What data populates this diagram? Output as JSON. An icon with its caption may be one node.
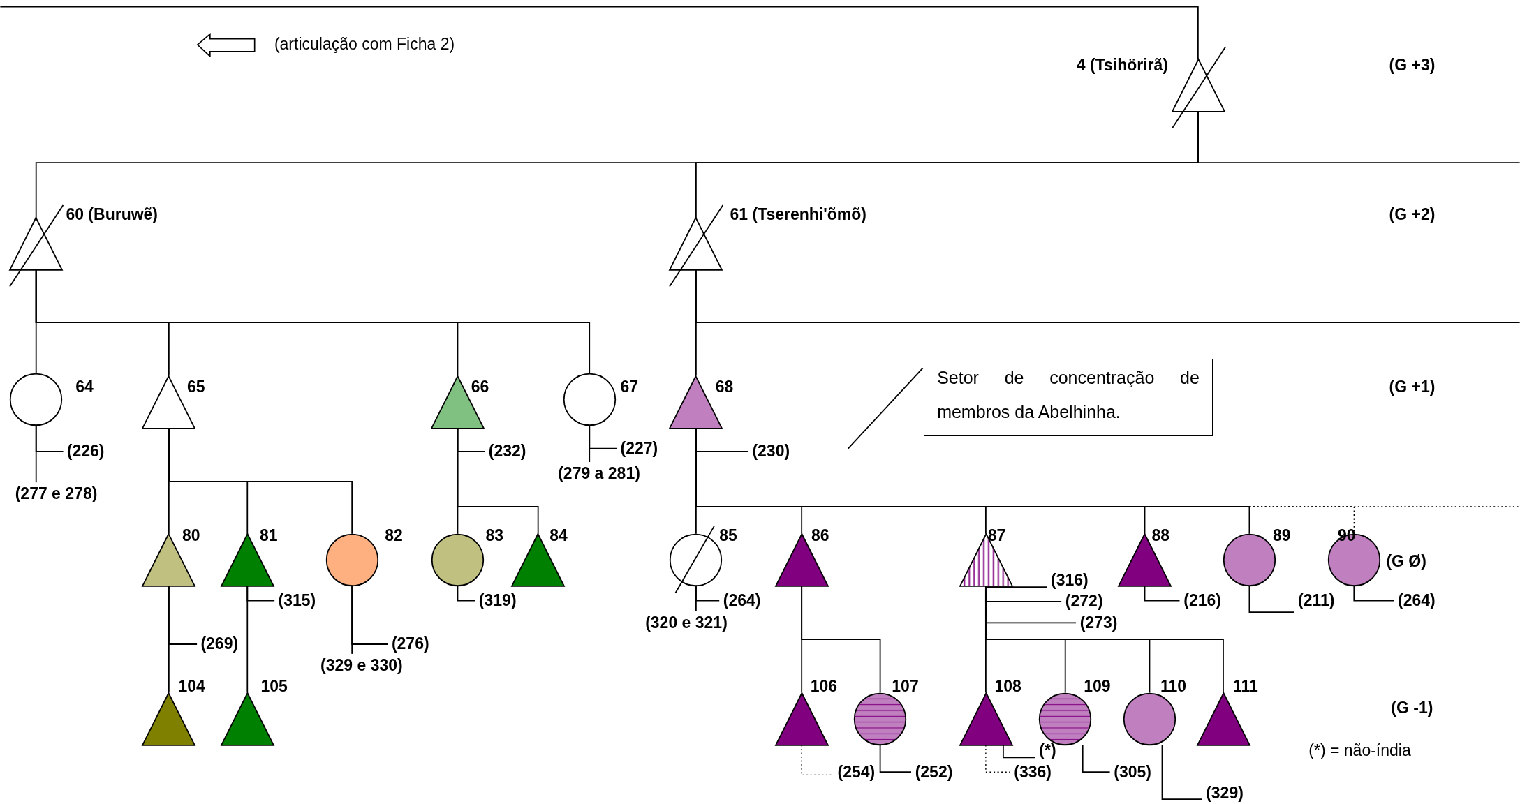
{
  "diagram": {
    "nodes": [
      {
        "text": [
          "4 (Tsihörirã)"
        ]
      },
      {
        "text": [
          "60 (Buruwẽ)"
        ]
      },
      {
        "text": [
          "61 (Tserenhi'õmõ)"
        ]
      },
      {
        "text": [
          "64"
        ]
      },
      {
        "text": [
          "65"
        ]
      },
      {
        "text": [
          "66"
        ]
      },
      {
        "text": [
          "67"
        ]
      },
      {
        "text": [
          "68"
        ]
      },
      {
        "text": [
          "80"
        ]
      },
      {
        "text": [
          "81"
        ]
      },
      {
        "text": [
          "82"
        ]
      },
      {
        "text": [
          "83"
        ]
      },
      {
        "text": [
          "84"
        ]
      },
      {
        "text": [
          "85"
        ]
      },
      {
        "text": [
          "86"
        ]
      },
      {
        "text": [
          "87"
        ]
      },
      {
        "text": [
          "88"
        ]
      },
      {
        "text": [
          "89"
        ]
      },
      {
        "text": [
          "90"
        ]
      },
      {
        "text": [
          "104"
        ]
      },
      {
        "text": [
          "105"
        ]
      },
      {
        "text": [
          "106"
        ]
      },
      {
        "text": [
          "107"
        ]
      },
      {
        "text": [
          "108"
        ]
      },
      {
        "text": [
          "109"
        ]
      },
      {
        "text": [
          "110"
        ]
      },
      {
        "text": [
          "111"
        ]
      },
      {
        "text": [
          "Setor de concentração de membros da Abelhinha."
        ]
      },
      {
        "text": [
          "(226)"
        ]
      },
      {
        "text": [
          "(277 e 278)"
        ]
      },
      {
        "text": [
          "(232)"
        ]
      },
      {
        "text": [
          "(227)"
        ]
      },
      {
        "text": [
          "(279 a 281)"
        ]
      },
      {
        "text": [
          "(230)"
        ]
      },
      {
        "text": [
          "(315)"
        ]
      },
      {
        "text": [
          "(269)"
        ]
      },
      {
        "text": [
          "(276)"
        ]
      },
      {
        "text": [
          "(329 e 330)"
        ]
      },
      {
        "text": [
          "(319)"
        ]
      },
      {
        "text": [
          "(264)"
        ]
      },
      {
        "text": [
          "(320 e 321)"
        ]
      },
      {
        "text": [
          "(316)"
        ]
      },
      {
        "text": [
          "(272)"
        ]
      },
      {
        "text": [
          "(273)"
        ]
      },
      {
        "text": [
          "(216)"
        ]
      },
      {
        "text": [
          "(211)"
        ]
      },
      {
        "text": [
          "(264)"
        ]
      },
      {
        "text": [
          "(254)"
        ]
      },
      {
        "text": [
          "(252)"
        ]
      },
      {
        "text": [
          "(336)"
        ]
      },
      {
        "text": [
          "(*)"
        ]
      },
      {
        "text": [
          "(305)"
        ]
      },
      {
        "text": [
          "(329)"
        ]
      }
    ],
    "edges": [
      {
        "from": null,
        "to": 0,
        "arrow": "none"
      },
      {
        "from": 0,
        "to": 1,
        "arrow": "none"
      },
      {
        "from": 0,
        "to": 2,
        "arrow": "none"
      },
      {
        "from": 0,
        "to": null,
        "arrow": "none"
      },
      {
        "from": 1,
        "to": 3,
        "arrow": "none"
      },
      {
        "from": 1,
        "to": 4,
        "arrow": "none"
      },
      {
        "from": 1,
        "to": 5,
        "arrow": "none"
      },
      {
        "from": 1,
        "to": 6,
        "arrow": "none"
      },
      {
        "from": 2,
        "to": 7,
        "arrow": "none"
      },
      {
        "from": 2,
        "to": null,
        "arrow": "none"
      },
      {
        "from": 4,
        "to": 8,
        "arrow": "none"
      },
      {
        "from": 4,
        "to": 9,
        "arrow": "none"
      },
      {
        "from": 4,
        "to": 10,
        "arrow": "none"
      },
      {
        "from": 5,
        "to": 11,
        "arrow": "none"
      },
      {
        "from": 5,
        "to": 12,
        "arrow": "none"
      },
      {
        "from": 7,
        "to": 13,
        "arrow": "none"
      },
      {
        "from": 7,
        "to": 14,
        "arrow": "none"
      },
      {
        "from": 7,
        "to": 15,
        "arrow": "none"
      },
      {
        "from": 7,
        "to": 16,
        "arrow": "none"
      },
      {
        "from": 7,
        "to": 17,
        "arrow": "none"
      },
      {
        "from": 7,
        "to": 18,
        "arrow": "none",
        "style": "dashed"
      },
      {
        "from": 7,
        "to": null,
        "arrow": "none",
        "style": "dashed"
      },
      {
        "from": 8,
        "to": 19,
        "arrow": "none"
      },
      {
        "from": 9,
        "to": 20,
        "arrow": "none"
      },
      {
        "from": 14,
        "to": 21,
        "arrow": "none"
      },
      {
        "from": 14,
        "to": 22,
        "arrow": "none"
      },
      {
        "from": 15,
        "to": 23,
        "arrow": "none"
      },
      {
        "from": 15,
        "to": 24,
        "arrow": "none"
      },
      {
        "from": 15,
        "to": 25,
        "arrow": "none"
      },
      {
        "from": 15,
        "to": 26,
        "arrow": "none"
      },
      {
        "from": 27,
        "to": null,
        "arrow": "none"
      },
      {
        "from": 3,
        "to": 28,
        "arrow": "none"
      },
      {
        "from": 3,
        "to": 29,
        "arrow": "none"
      },
      {
        "from": 5,
        "to": 30,
        "arrow": "none"
      },
      {
        "from": 6,
        "to": 31,
        "arrow": "none"
      },
      {
        "from": 6,
        "to": 32,
        "arrow": "none"
      },
      {
        "from": 7,
        "to": 33,
        "arrow": "none"
      },
      {
        "from": 9,
        "to": 34,
        "arrow": "none"
      },
      {
        "from": 8,
        "to": 35,
        "arrow": "none"
      },
      {
        "from": 10,
        "to": 36,
        "arrow": "none"
      },
      {
        "from": 10,
        "to": 37,
        "arrow": "none"
      },
      {
        "from": 11,
        "to": 38,
        "arrow": "none"
      },
      {
        "from": 13,
        "to": 39,
        "arrow": "none"
      },
      {
        "from": 13,
        "to": 40,
        "arrow": "none"
      },
      {
        "from": 15,
        "to": 41,
        "arrow": "none"
      },
      {
        "from": 15,
        "to": 42,
        "arrow": "none"
      },
      {
        "from": 15,
        "to": 43,
        "arrow": "none"
      },
      {
        "from": 16,
        "to": 44,
        "arrow": "none"
      },
      {
        "from": 17,
        "to": 45,
        "arrow": "none"
      },
      {
        "from": 18,
        "to": 46,
        "arrow": "none"
      },
      {
        "from": 21,
        "to": 47,
        "arrow": "none",
        "style": "dashed"
      },
      {
        "from": 22,
        "to": 48,
        "arrow": "none"
      },
      {
        "from": 23,
        "to": 49,
        "arrow": "none",
        "style": "dashed"
      },
      {
        "from": 23,
        "to": 50,
        "arrow": "none"
      },
      {
        "from": 24,
        "to": 51,
        "arrow": "none"
      },
      {
        "from": 25,
        "to": 52,
        "arrow": "none"
      }
    ],
    "labels": [
      "(articulação com Ficha 2)",
      "(G +3)",
      "(G +2)",
      "(G +1)",
      "(G Ø)",
      "(G -1)",
      "(*) = não-índia"
    ]
  }
}
